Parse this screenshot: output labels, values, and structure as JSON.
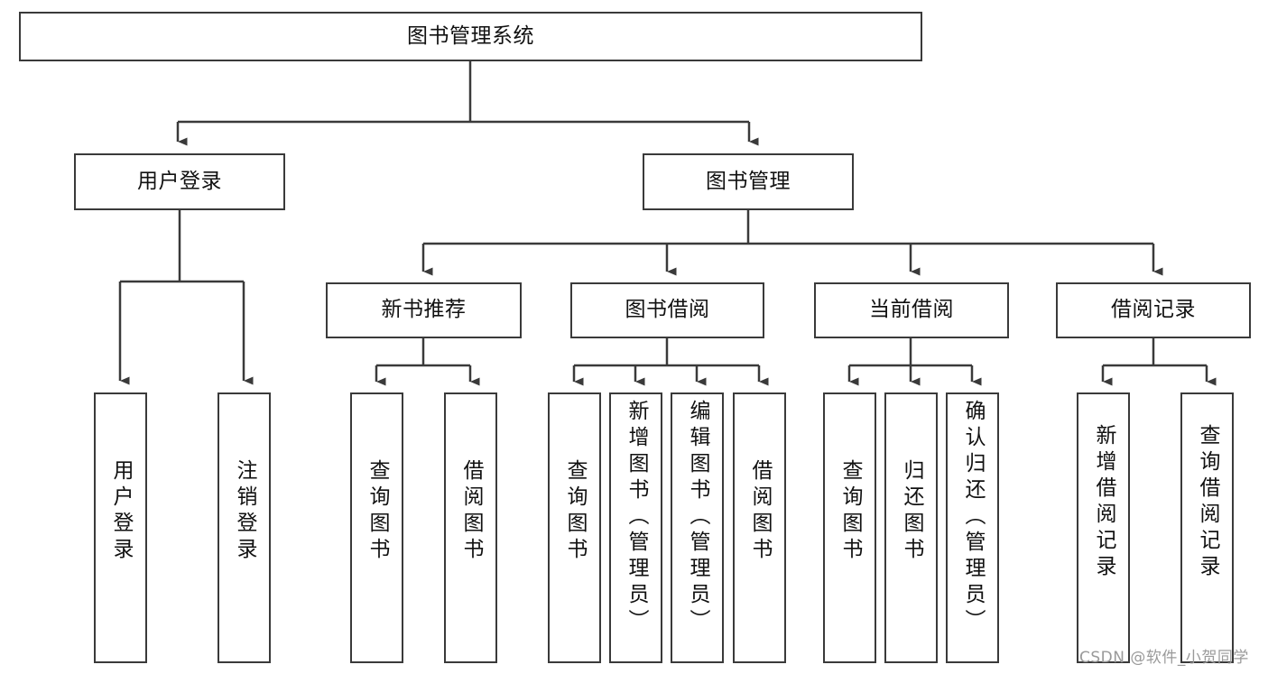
{
  "diagram": {
    "type": "tree-hierarchy",
    "title": "图书管理系统",
    "root": {
      "id": "root",
      "label": "图书管理系统"
    },
    "level2": [
      {
        "id": "user-login",
        "label": "用户登录"
      },
      {
        "id": "book-manage",
        "label": "图书管理"
      }
    ],
    "level3": [
      {
        "id": "new-book-rec",
        "label": "新书推荐",
        "parent": "book-manage"
      },
      {
        "id": "book-borrow",
        "label": "图书借阅",
        "parent": "book-manage"
      },
      {
        "id": "current-borrow",
        "label": "当前借阅",
        "parent": "book-manage"
      },
      {
        "id": "borrow-record",
        "label": "借阅记录",
        "parent": "book-manage"
      }
    ],
    "leaves": [
      {
        "id": "leaf-user-login",
        "label": "用户登录",
        "parent": "user-login"
      },
      {
        "id": "leaf-logout-login",
        "label": "注销登录",
        "parent": "user-login"
      },
      {
        "id": "leaf-query-book-1",
        "label": "查询图书",
        "parent": "new-book-rec"
      },
      {
        "id": "leaf-borrow-book-1",
        "label": "借阅图书",
        "parent": "new-book-rec"
      },
      {
        "id": "leaf-query-book-2",
        "label": "查询图书",
        "parent": "book-borrow"
      },
      {
        "id": "leaf-add-book",
        "label": "新增图书（管理员）",
        "parent": "book-borrow"
      },
      {
        "id": "leaf-edit-book",
        "label": "编辑图书（管理员）",
        "parent": "book-borrow"
      },
      {
        "id": "leaf-borrow-book-2",
        "label": "借阅图书",
        "parent": "book-borrow"
      },
      {
        "id": "leaf-query-book-3",
        "label": "查询图书",
        "parent": "current-borrow"
      },
      {
        "id": "leaf-return-book",
        "label": "归还图书",
        "parent": "current-borrow"
      },
      {
        "id": "leaf-confirm-return",
        "label": "确认归还（管理员）",
        "parent": "current-borrow"
      },
      {
        "id": "leaf-add-record",
        "label": "新增借阅记录",
        "parent": "borrow-record"
      },
      {
        "id": "leaf-query-record",
        "label": "查询借阅记录",
        "parent": "borrow-record"
      }
    ],
    "colors": {
      "stroke": "#3a3a3a",
      "fill": "#ffffff",
      "text": "#111111",
      "watermark": "#9a9a9a"
    }
  },
  "watermark": {
    "text": "CSDN @软件_小贺同学"
  }
}
